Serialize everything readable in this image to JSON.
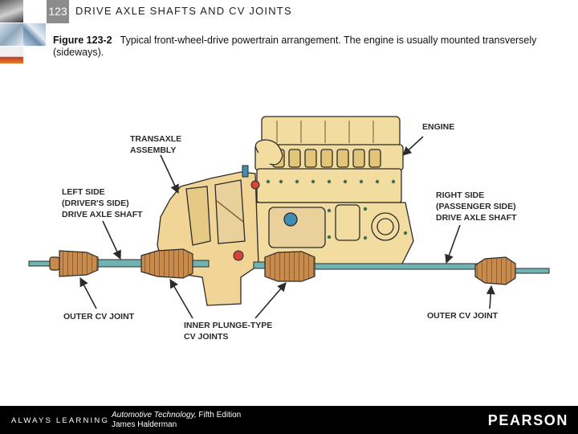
{
  "header": {
    "chapter_number": "123",
    "chapter_title": "DRIVE AXLE SHAFTS AND CV JOINTS"
  },
  "caption": {
    "figure_label": "Figure 123-2",
    "text": "Typical front-wheel-drive powertrain arrangement. The engine is usually mounted transversely (sideways)."
  },
  "diagram": {
    "labels": {
      "engine": "ENGINE",
      "transaxle_line1": "TRANSAXLE",
      "transaxle_line2": "ASSEMBLY",
      "left_line1": "LEFT SIDE",
      "left_line2": "(DRIVER'S SIDE)",
      "left_line3": "DRIVE AXLE SHAFT",
      "right_line1": "RIGHT SIDE",
      "right_line2": "(PASSENGER SIDE)",
      "right_line3": "DRIVE AXLE SHAFT",
      "outer_cv_left": "OUTER CV JOINT",
      "outer_cv_right": "OUTER CV JOINT",
      "inner_line1": "INNER PLUNGE-TYPE",
      "inner_line2": "CV JOINTS"
    },
    "colors": {
      "engine_fill": "#f3dca0",
      "boot_fill": "#c98a4a",
      "shaft_fill": "#6fb3b3",
      "outline": "#2b2b2b"
    }
  },
  "footer": {
    "tagline": "ALWAYS LEARNING",
    "book_title": "Automotive Technology,",
    "edition": "Fifth Edition",
    "author": "James Halderman",
    "publisher": "PEARSON"
  }
}
